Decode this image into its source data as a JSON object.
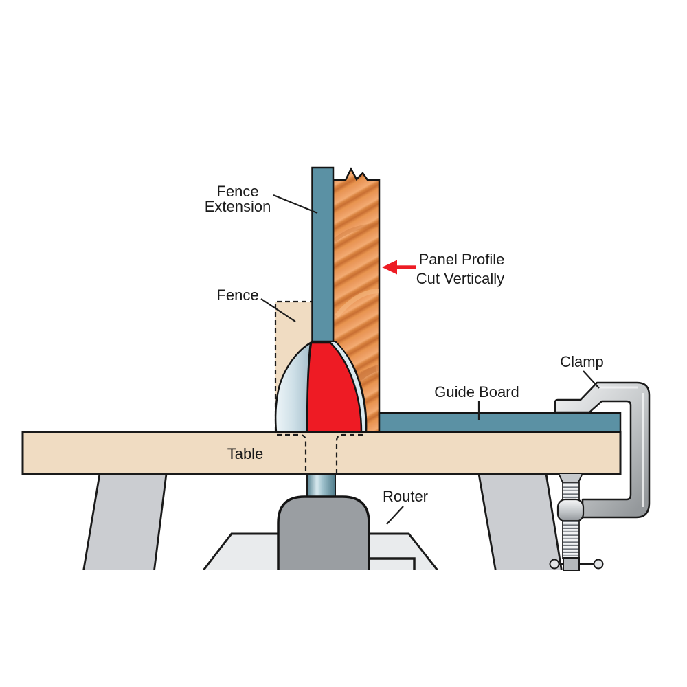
{
  "figure": {
    "type": "technical-illustration",
    "labels": {
      "fence_extension": {
        "line1": "Fence",
        "line2": "Extension"
      },
      "fence": "Fence",
      "panel_profile": {
        "line1": "Panel Profile",
        "line2": "Cut Vertically"
      },
      "guide_board": "Guide Board",
      "clamp": "Clamp",
      "table": "Table",
      "router": "Router"
    },
    "colors": {
      "teal": "#5b91a4",
      "teal_dark": "#54808f",
      "tan": "#f0dcc2",
      "wood_base": "#eb9a5e",
      "wood_dark": "#c86f33",
      "wood_light": "#f3ab72",
      "bit_red": "#ee1b24",
      "wing_light": "#eef5f8",
      "wing_dark": "#a4bfcb",
      "router_gray": "#9a9ea2",
      "leg_gray": "#cbcdd1",
      "base_gray": "#e9ebed",
      "metal_light": "#eff0f1",
      "metal_dark": "#94989b",
      "arrow_red": "#ed1c24",
      "outline": "#1a1a1a"
    }
  }
}
